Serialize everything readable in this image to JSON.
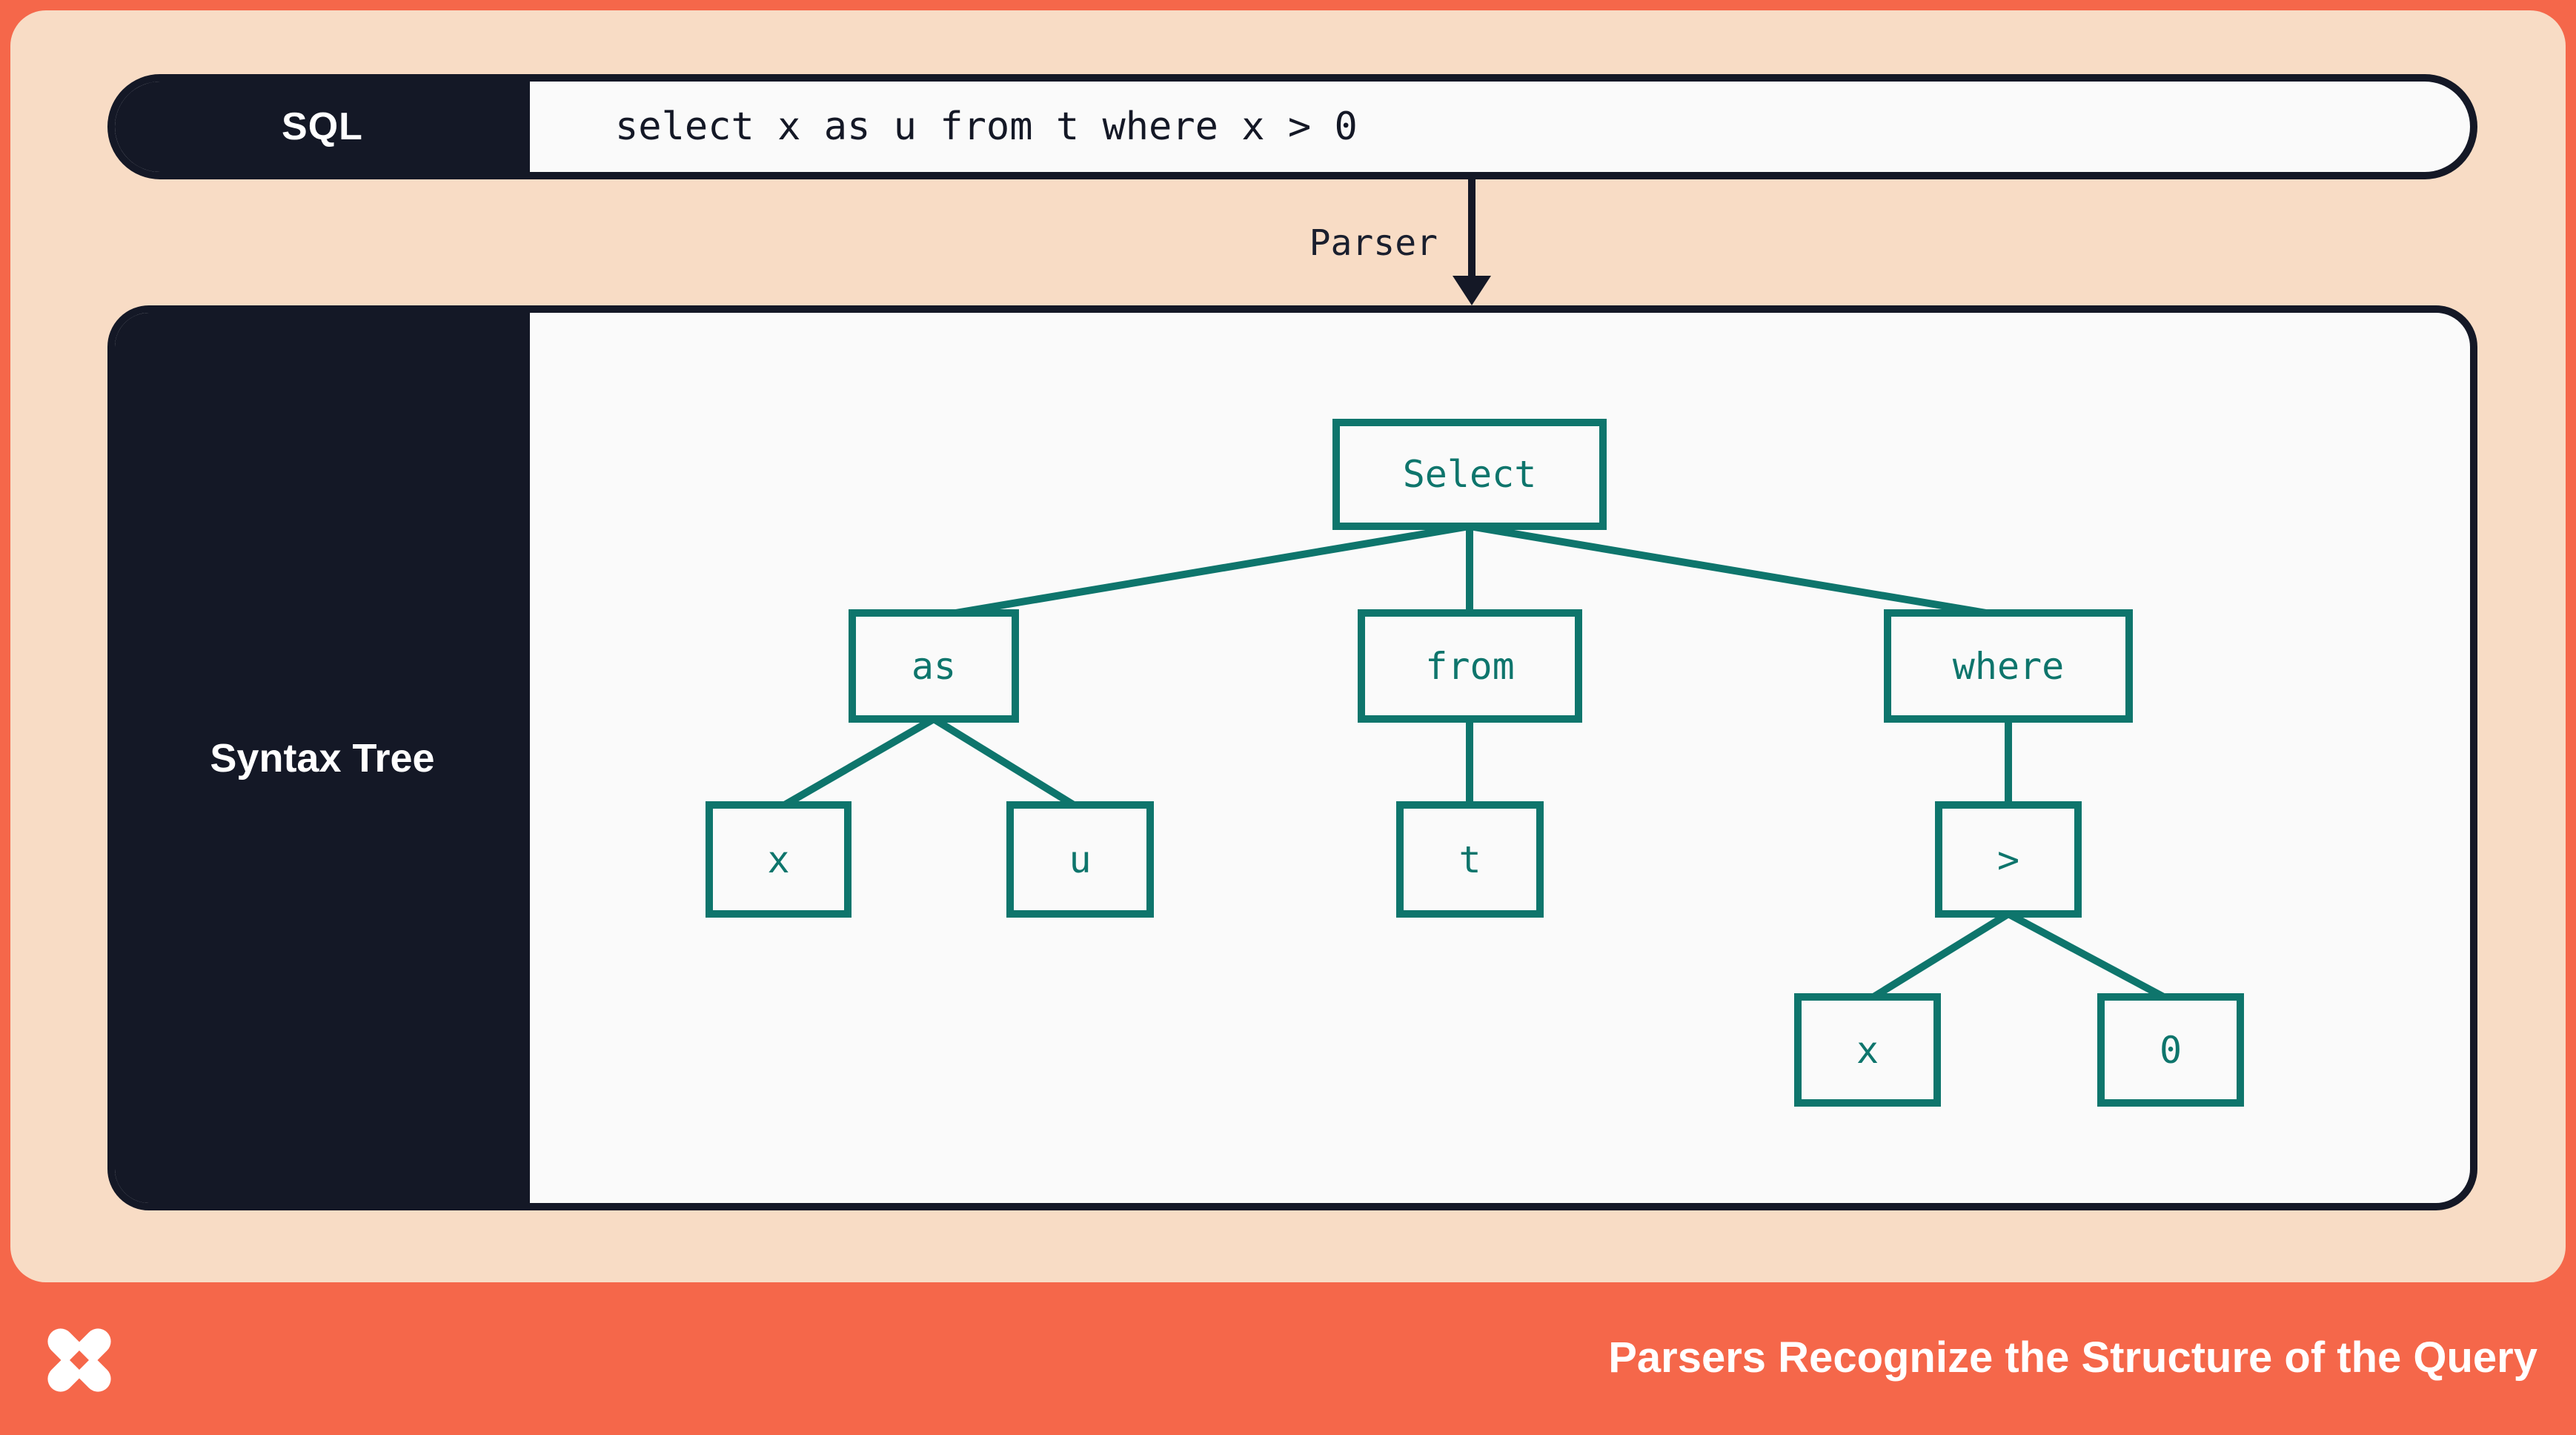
{
  "colors": {
    "coral": "#f5674a",
    "peach": "#f8dcc5",
    "navy": "#141826",
    "teal": "#0e756c",
    "paper": "#fafafa",
    "white": "#ffffff"
  },
  "sql_bar": {
    "label": "SQL",
    "query": "select x as u from t where x > 0"
  },
  "parser_arrow": {
    "label": "Parser"
  },
  "syntax_tree_panel": {
    "label": "Syntax Tree"
  },
  "tree": {
    "nodes": [
      {
        "id": "select",
        "label": "Select"
      },
      {
        "id": "as",
        "label": "as"
      },
      {
        "id": "from",
        "label": "from"
      },
      {
        "id": "where",
        "label": "where"
      },
      {
        "id": "x-under-as",
        "label": "x"
      },
      {
        "id": "u",
        "label": "u"
      },
      {
        "id": "t",
        "label": "t"
      },
      {
        "id": "gt",
        "label": ">"
      },
      {
        "id": "x-under-gt",
        "label": "x"
      },
      {
        "id": "zero",
        "label": "0"
      }
    ],
    "edges": [
      [
        "Select",
        "as"
      ],
      [
        "Select",
        "from"
      ],
      [
        "Select",
        "where"
      ],
      [
        "as",
        "x"
      ],
      [
        "as",
        "u"
      ],
      [
        "from",
        "t"
      ],
      [
        "where",
        ">"
      ],
      [
        ">",
        "x"
      ],
      [
        ">",
        "0"
      ]
    ]
  },
  "footer": {
    "caption": "Parsers Recognize the Structure of the Query",
    "logo": "pinwheel-x-logo"
  }
}
